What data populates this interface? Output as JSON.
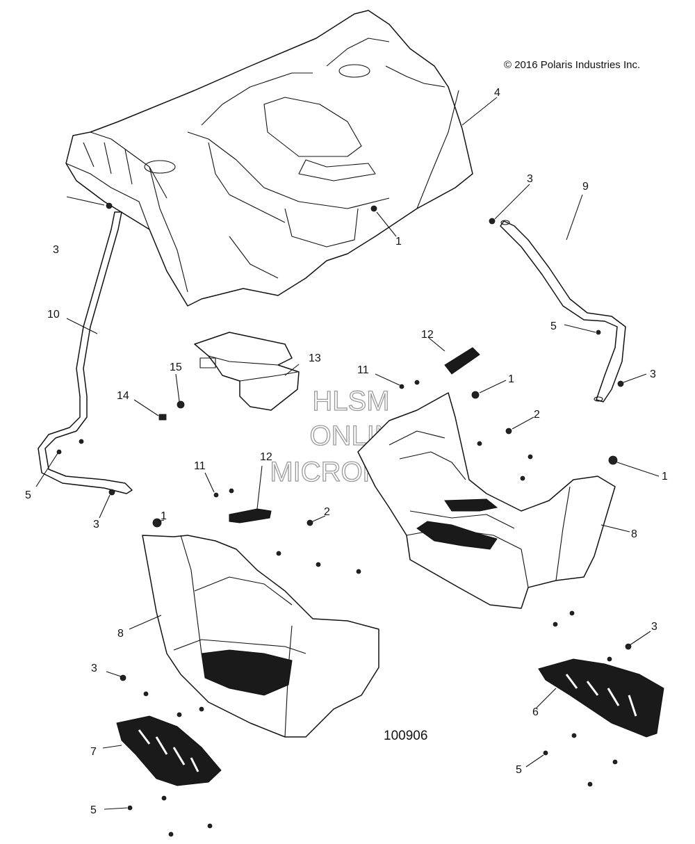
{
  "copyright": "© 2016 Polaris Industries Inc.",
  "drawing_number": "100906",
  "watermark": [
    "HLSM",
    "ONLINE",
    "MICROFICHE"
  ],
  "colors": {
    "line": "#111111",
    "watermark": "#9a9a9a",
    "background": "#ffffff"
  },
  "callouts": {
    "c1a": "1",
    "c1b": "1",
    "c1c": "1",
    "c1d": "1",
    "c2a": "2",
    "c2b": "2",
    "c3a": "3",
    "c3b": "3",
    "c3c": "3",
    "c3d": "3",
    "c3e": "3",
    "c3f": "3",
    "c4": "4",
    "c5a": "5",
    "c5b": "5",
    "c5c": "5",
    "c5d": "5",
    "c6": "6",
    "c7": "7",
    "c8a": "8",
    "c8b": "8",
    "c9": "9",
    "c10": "10",
    "c11a": "11",
    "c11b": "11",
    "c12a": "12",
    "c12b": "12",
    "c13": "13",
    "c14": "14",
    "c15": "15"
  }
}
